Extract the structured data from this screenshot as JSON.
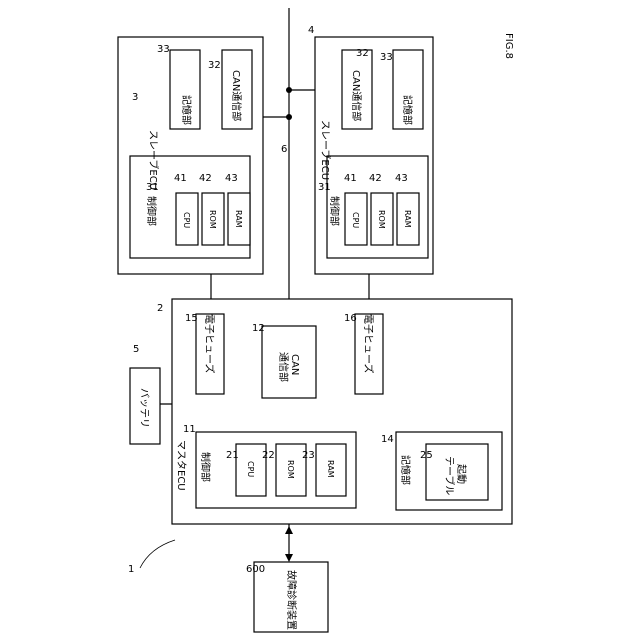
{
  "figure_label": "FIG.8",
  "ref": {
    "system": "1",
    "master": "2",
    "slave_left": "3",
    "slave_right": "4",
    "battery": "5",
    "bus": "6",
    "ctrl_master": "11",
    "can_master": "12",
    "storage_master": "14",
    "fuse_left": "15",
    "fuse_right": "16",
    "cpu_master": "21",
    "rom_master": "22",
    "ram_master": "23",
    "table": "25",
    "ctrl_slave": "31",
    "can_slave": "32",
    "storage_slave": "33",
    "cpu_slave": "41",
    "rom_slave": "42",
    "ram_slave": "43",
    "diag": "600"
  },
  "text": {
    "master_ecu": "マスタECU",
    "slave_ecu": "スレーブECU",
    "control_unit": "制御部",
    "storage": "記憶部",
    "can_comm": "CAN通信部",
    "can_line1": "CAN",
    "can_line2": "通信部",
    "fuse": "電子ヒューズ",
    "battery": "バッテリ",
    "cpu": "CPU",
    "rom": "ROM",
    "ram": "RAM",
    "startup_line1": "起動",
    "startup_line2": "テーブル",
    "diagnosis": "故障診断装置"
  }
}
